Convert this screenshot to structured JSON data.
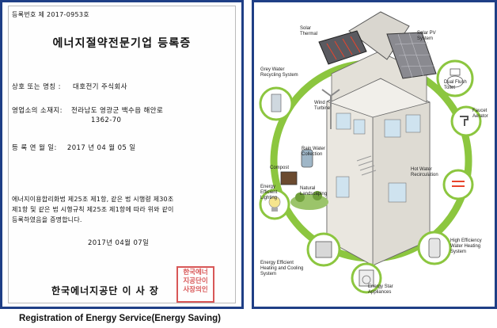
{
  "certificate": {
    "number": "등록번호 제 2017-0953호",
    "title": "에너지절약전문기업 등록증",
    "company_label": "상호 또는 명칭 :",
    "company_value": "대호전기 주식회사",
    "address_label": "영업소의 소재지:",
    "address_value": "전라남도 영광군 백수읍 해안로",
    "address_value2": "1362-70",
    "regdate_label": "등 록 연 월 일:",
    "regdate_value": "2017 년   04 월   05 일",
    "body_line1": "에너지이용합리화법 제25조 제1항, 같은 법 시행령 제30조",
    "body_line2": "제1항 및 같은 법 시행규칙 제25조 제1항에 따라 위와 같이",
    "body_line3": "등록하였음을 증명합니다.",
    "issue_date": "2017년 04월 07일",
    "issuer": "한국에너지공단 이 사 장",
    "seal_text_1": "한국에너",
    "seal_text_2": "지공단이",
    "seal_text_3": "사장의인"
  },
  "diagram": {
    "labels": {
      "solar_thermal": "Solar Thermal",
      "solar_pv": "Solar PV System",
      "grey_water": "Grey Water Recycling System",
      "dual_flush": "Dual Flush Toilet",
      "faucet": "Faucet Aerator",
      "wind_turbine": "Wind Turbine",
      "rain_water": "Rain Water Collection",
      "compost": "Compost",
      "natural_landscaping": "Natural Landscaping",
      "energy_lighting": "Energy Efficient Lighting",
      "hot_water": "Hot Water Recirculation",
      "energy_heating": "Energy Efficient Heating and Cooling System",
      "energy_star": "Energy Star Appliances",
      "high_efficiency": "High Efficiency Water Heating System"
    },
    "colors": {
      "ring": "#8cc63f",
      "border": "#1f3f86",
      "heat": "#e8442c"
    }
  },
  "caption": "Registration of Energy Service(Energy Saving)"
}
